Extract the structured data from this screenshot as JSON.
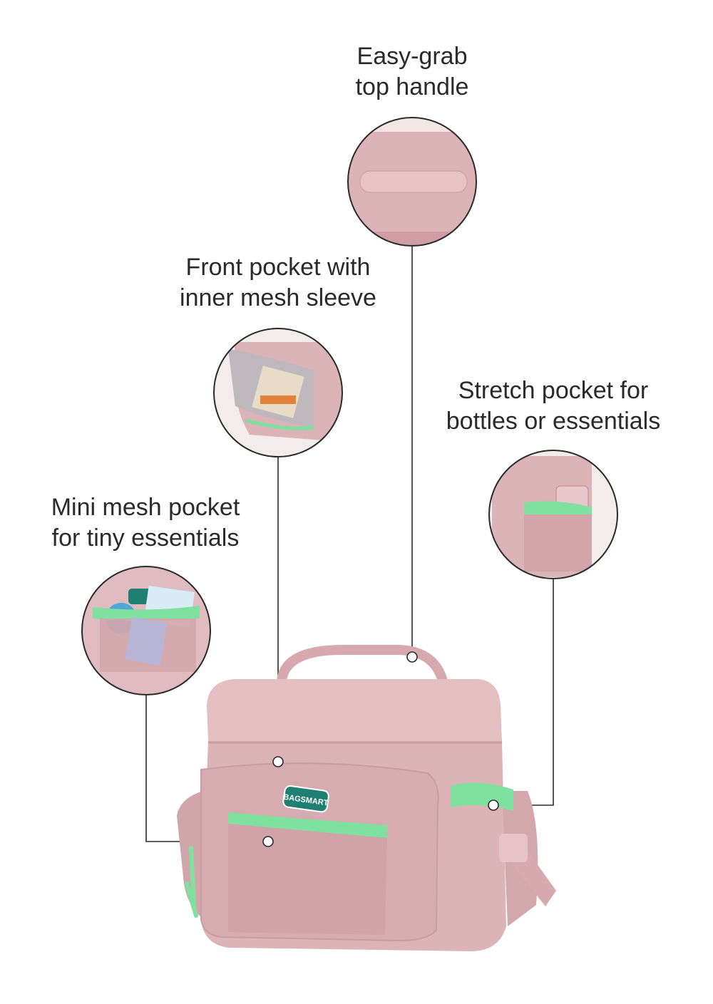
{
  "callouts": {
    "handle": {
      "line1": "Easy-grab",
      "line2": "top handle"
    },
    "front_pocket": {
      "line1": "Front pocket with",
      "line2": "inner mesh sleeve"
    },
    "stretch_pocket": {
      "line1": "Stretch pocket for",
      "line2": "bottles or essentials"
    },
    "mini_pocket": {
      "line1": "Mini mesh pocket",
      "line2": "for tiny essentials"
    }
  },
  "brand": {
    "logo_text": "BAGSMART"
  },
  "colors": {
    "bag_pink": "#dcb3b7",
    "accent_green": "#7fe0a0",
    "logo_teal": "#1f7f73",
    "line": "#2a2a2a"
  }
}
